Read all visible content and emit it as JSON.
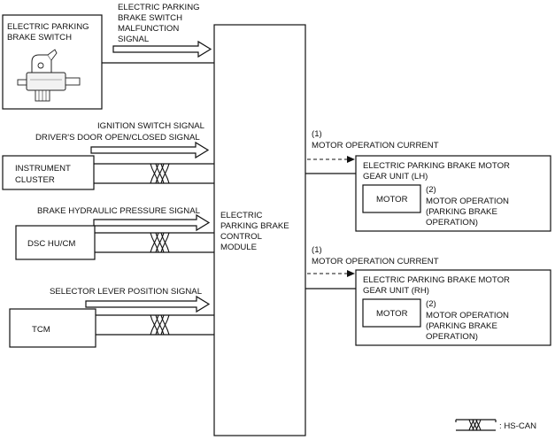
{
  "switch_box": {
    "label": [
      "ELECTRIC PARKING",
      "BRAKE SWITCH"
    ]
  },
  "signals": {
    "switch_malfunction": [
      "ELECTRIC PARKING",
      "BRAKE SWITCH",
      "MALFUNCTION",
      "SIGNAL"
    ],
    "ignition": "IGNITION SWITCH SIGNAL",
    "door": "DRIVER'S DOOR OPEN/CLOSED SIGNAL",
    "brake_pressure": "BRAKE HYDRAULIC PRESSURE SIGNAL",
    "selector": "SELECTOR LEVER POSITION SIGNAL"
  },
  "modules": {
    "instrument_cluster": [
      "INSTRUMENT",
      "CLUSTER"
    ],
    "dsc": "DSC HU/CM",
    "tcm": "TCM",
    "control_module": [
      "ELECTRIC",
      "PARKING BRAKE",
      "CONTROL",
      "MODULE"
    ]
  },
  "motor_lh": {
    "current_num": "(1)",
    "current_label": "MOTOR OPERATION CURRENT",
    "unit_title": [
      "ELECTRIC PARKING BRAKE MOTOR",
      "GEAR UNIT (LH)"
    ],
    "motor": "MOTOR",
    "op_num": "(2)",
    "op_label": [
      "MOTOR OPERATION",
      "(PARKING BRAKE",
      "OPERATION)"
    ]
  },
  "motor_rh": {
    "current_num": "(1)",
    "current_label": "MOTOR OPERATION CURRENT",
    "unit_title": [
      "ELECTRIC PARKING BRAKE MOTOR",
      "GEAR UNIT (RH)"
    ],
    "motor": "MOTOR",
    "op_num": "(2)",
    "op_label": [
      "MOTOR OPERATION",
      "(PARKING BRAKE",
      "OPERATION)"
    ]
  },
  "legend": {
    "label": ": HS-CAN"
  }
}
